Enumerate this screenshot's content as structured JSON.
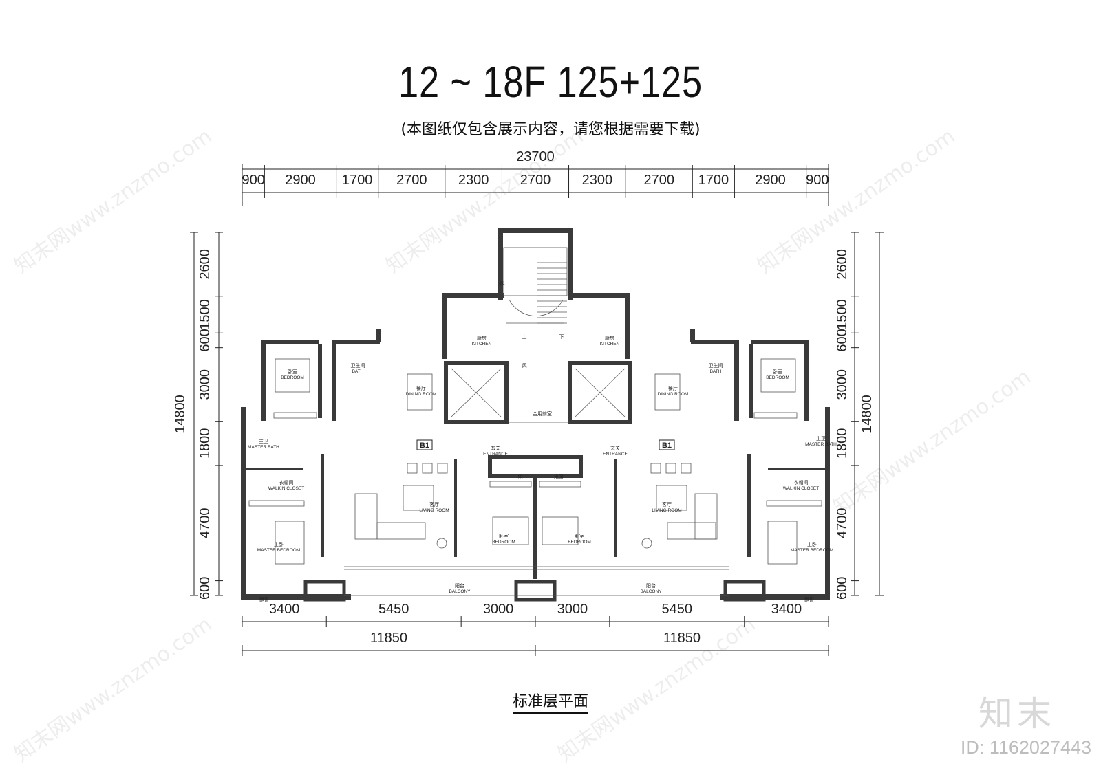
{
  "title": "12 ~ 18F   125+125",
  "subtitle": "(本图纸仅包含展示内容，请您根据需要下载)",
  "caption": "标准层平面",
  "brand": "知末",
  "id_label": "ID: 1162027443",
  "watermark_text": "知末网www.znzmo.com",
  "dimensions": {
    "top_total": "23700",
    "top_segments": [
      "900",
      "2900",
      "1700",
      "2700",
      "2300",
      "2700",
      "2300",
      "2700",
      "1700",
      "2900",
      "900"
    ],
    "side_segments": [
      "2600",
      "1500",
      "600",
      "3000",
      "1800",
      "4700",
      "600"
    ],
    "side_total": "14800",
    "bottom_segments": [
      "3400",
      "5450",
      "3000",
      "3000",
      "5450",
      "3400"
    ],
    "bottom_halves": [
      "11850",
      "11850"
    ]
  },
  "rooms": {
    "bedroom_cn": "卧室",
    "bedroom_en": "BEDROOM",
    "bath_cn": "卫生间",
    "bath_en": "BATH",
    "master_bath_cn": "主卫",
    "master_bath_en": "MASTER BATH",
    "walkin_cn": "衣帽间",
    "walkin_en": "WALKIN CLOSET",
    "master_bedroom_cn": "主卧",
    "master_bedroom_en": "MASTER BEDROOM",
    "dining_cn": "餐厅",
    "dining_en": "DINING ROOM",
    "kitchen_cn": "厨房",
    "kitchen_en": "KITCHEN",
    "living_cn": "客厅",
    "living_en": "LIVING ROOM",
    "entrance_cn": "玄关",
    "entrance_en": "ENTRANCE",
    "balcony_cn": "阳台",
    "balcony_en": "BALCONY",
    "lobby_cn": "合用前室",
    "stair_up": "上",
    "stair_down": "下",
    "wind": "风",
    "electric": "电",
    "water": "水暖",
    "bay": "飘窗",
    "unit_tag": "B1"
  }
}
